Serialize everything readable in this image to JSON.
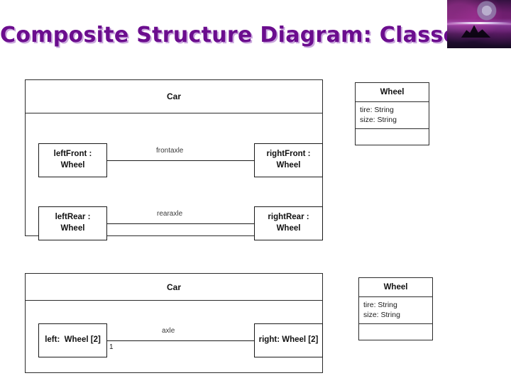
{
  "slide": {
    "title": "Composite Structure Diagram: Classes",
    "title_color": "#6B0D8E",
    "title_shadow_color": "#C9A6DC",
    "background_color": "#FFFFFF"
  },
  "decor": {
    "corner_image_name": "purple-moon-water-silhouette-image"
  },
  "diagram1": {
    "frame_title": "Car",
    "parts": [
      {
        "label_line1": "leftFront :",
        "label_line2": "Wheel"
      },
      {
        "label_line1": "rightFront :",
        "label_line2": "Wheel"
      },
      {
        "label_line1": "leftRear :",
        "label_line2": "Wheel"
      },
      {
        "label_line1": "rightRear :",
        "label_line2": "Wheel"
      }
    ],
    "connectors": [
      {
        "label": "frontaxle"
      },
      {
        "label": "rearaxle"
      }
    ],
    "class_box": {
      "name": "Wheel",
      "attributes": [
        "tire: String",
        "size: String"
      ],
      "operations": []
    }
  },
  "diagram2": {
    "frame_title": "Car",
    "parts": [
      {
        "label": "left:  Wheel [2]"
      },
      {
        "label": "right: Wheel [2]"
      }
    ],
    "connectors": [
      {
        "label": "axle",
        "multiplicity": "1"
      }
    ],
    "class_box": {
      "name": "Wheel",
      "attributes": [
        "tire: String",
        "size: String"
      ],
      "operations": []
    }
  }
}
